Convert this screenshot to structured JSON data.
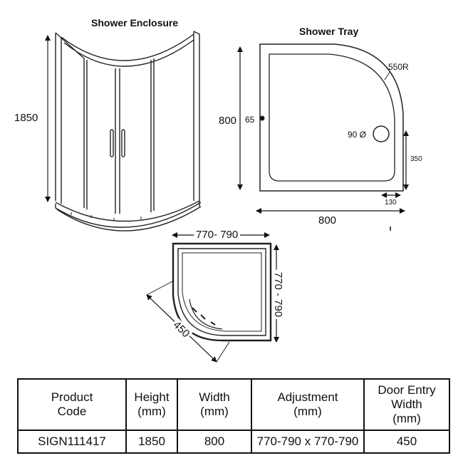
{
  "enclosure": {
    "title": "Shower Enclosure",
    "height_label": "1850"
  },
  "tray": {
    "title": "Shower Tray",
    "height_label": "800",
    "width_label": "800",
    "radius_label": "550R",
    "waste_label": "90 Ø",
    "waste_offset_label": "350",
    "waste_side_label": "130",
    "edge_label": "65"
  },
  "plan": {
    "width_label": "770- 790",
    "depth_label": "770 - 790",
    "door_label": "450"
  },
  "table": {
    "headers": [
      "Product\nCode",
      "Height\n(mm)",
      "Width\n(mm)",
      "Adjustment\n(mm)",
      "Door Entry\nWidth\n(mm)"
    ],
    "rows": [
      [
        "SIGN111417",
        "1850",
        "800",
        "770-790 x 770-790",
        "450"
      ]
    ]
  }
}
